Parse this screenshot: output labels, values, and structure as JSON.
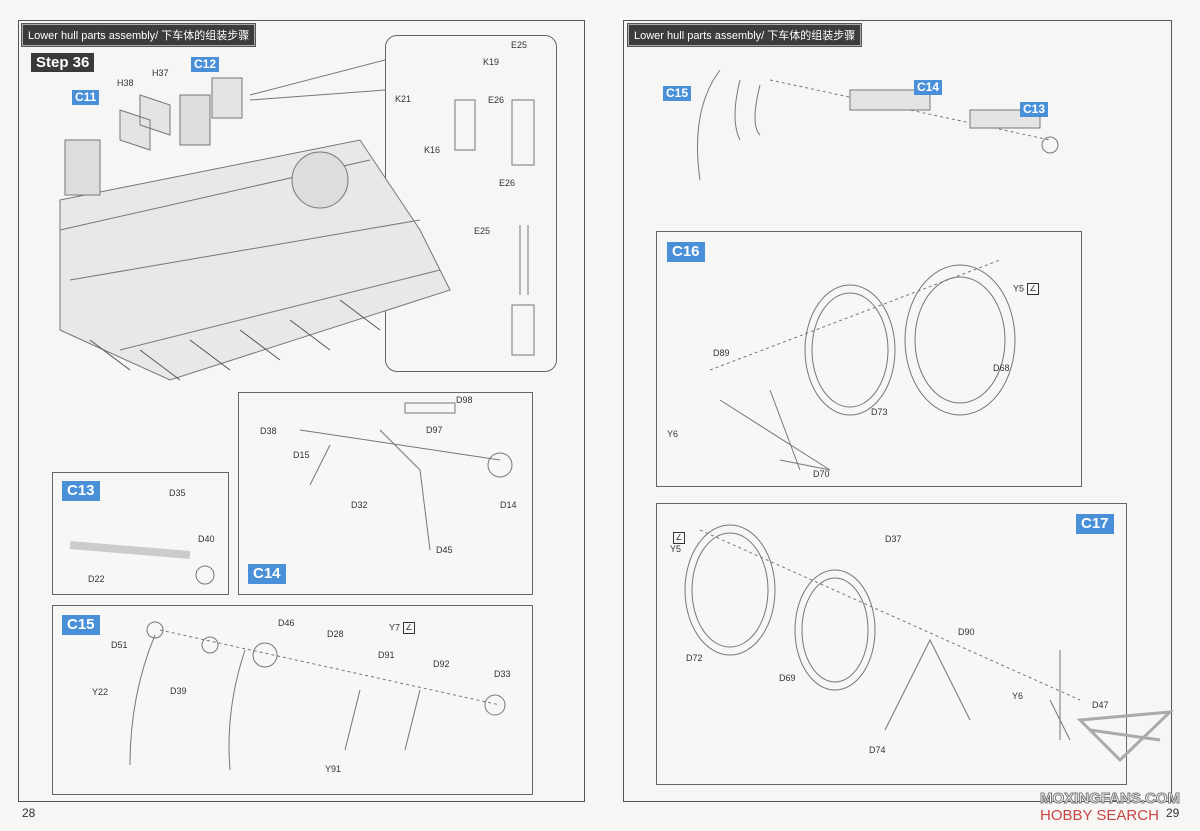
{
  "left_page": {
    "header": "Lower hull parts assembly/ 下车体的组装步骤",
    "step": "Step 36",
    "page_number": "28",
    "callouts": {
      "c11": "C11",
      "c12": "C12",
      "c13": "C13",
      "c14": "C14",
      "c15": "C15"
    },
    "labels": {
      "h38": "H38",
      "h37": "H37",
      "k19": "K19",
      "e25a": "E25",
      "k21": "K21",
      "e26a": "E26",
      "k16": "K16",
      "e26b": "E26",
      "e25b": "E25",
      "d98": "D98",
      "d38": "D38",
      "d97": "D97",
      "d15": "D15",
      "d32": "D32",
      "d14": "D14",
      "d45": "D45",
      "d35": "D35",
      "d40": "D40",
      "d22": "D22",
      "d46": "D46",
      "d28": "D28",
      "y7": "Y7",
      "d51": "D51",
      "d39": "D39",
      "d91": "D91",
      "d92": "D92",
      "d33": "D33",
      "y22": "Y22",
      "y91": "Y91"
    }
  },
  "right_page": {
    "header": "Lower hull parts assembly/ 下车体的组装步骤",
    "page_number": "29",
    "callouts": {
      "c15": "C15",
      "c14": "C14",
      "c13": "C13",
      "c16": "C16",
      "c17": "C17"
    },
    "labels": {
      "y5a": "Y5",
      "d89": "D89",
      "d68": "D68",
      "d73": "D73",
      "y6a": "Y6",
      "d70": "D70",
      "d37": "D37",
      "y5b": "Y5",
      "d90": "D90",
      "d72": "D72",
      "d69": "D69",
      "y6b": "Y6",
      "d47": "D47",
      "d74": "D74"
    }
  },
  "watermark": {
    "line1": "MOXINGFANS.COM",
    "line2": "HOBBY SEARCH"
  },
  "colors": {
    "callout": "#4a90d9",
    "header_bg": "#3c3c3c"
  }
}
